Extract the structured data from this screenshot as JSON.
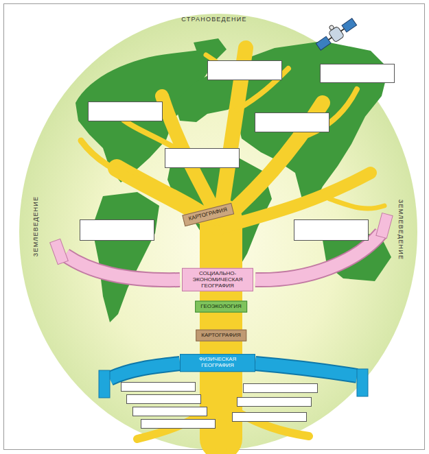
{
  "diagram": {
    "nodes": [
      {
        "text": [
          "КАРТОГРАФИЯ"
        ]
      },
      {
        "text": [
          "СОЦИАЛЬНО-ЭКОНОМИЧЕСКАЯ ГЕОГРАФИЯ"
        ]
      },
      {
        "text": [
          "ГЕОЭКОЛОГИЯ"
        ]
      },
      {
        "text": [
          "КАРТОГРАФИЯ"
        ]
      },
      {
        "text": [
          "ФИЗИЧЕСКАЯ ГЕОГРАФИЯ"
        ]
      }
    ],
    "labels": [
      "СТРАНОВЕДЕНИЕ",
      "ЗЕМЛЕВЕДЕНИЕ",
      "ЗЕМЛЕВЕДЕНИЕ"
    ]
  }
}
